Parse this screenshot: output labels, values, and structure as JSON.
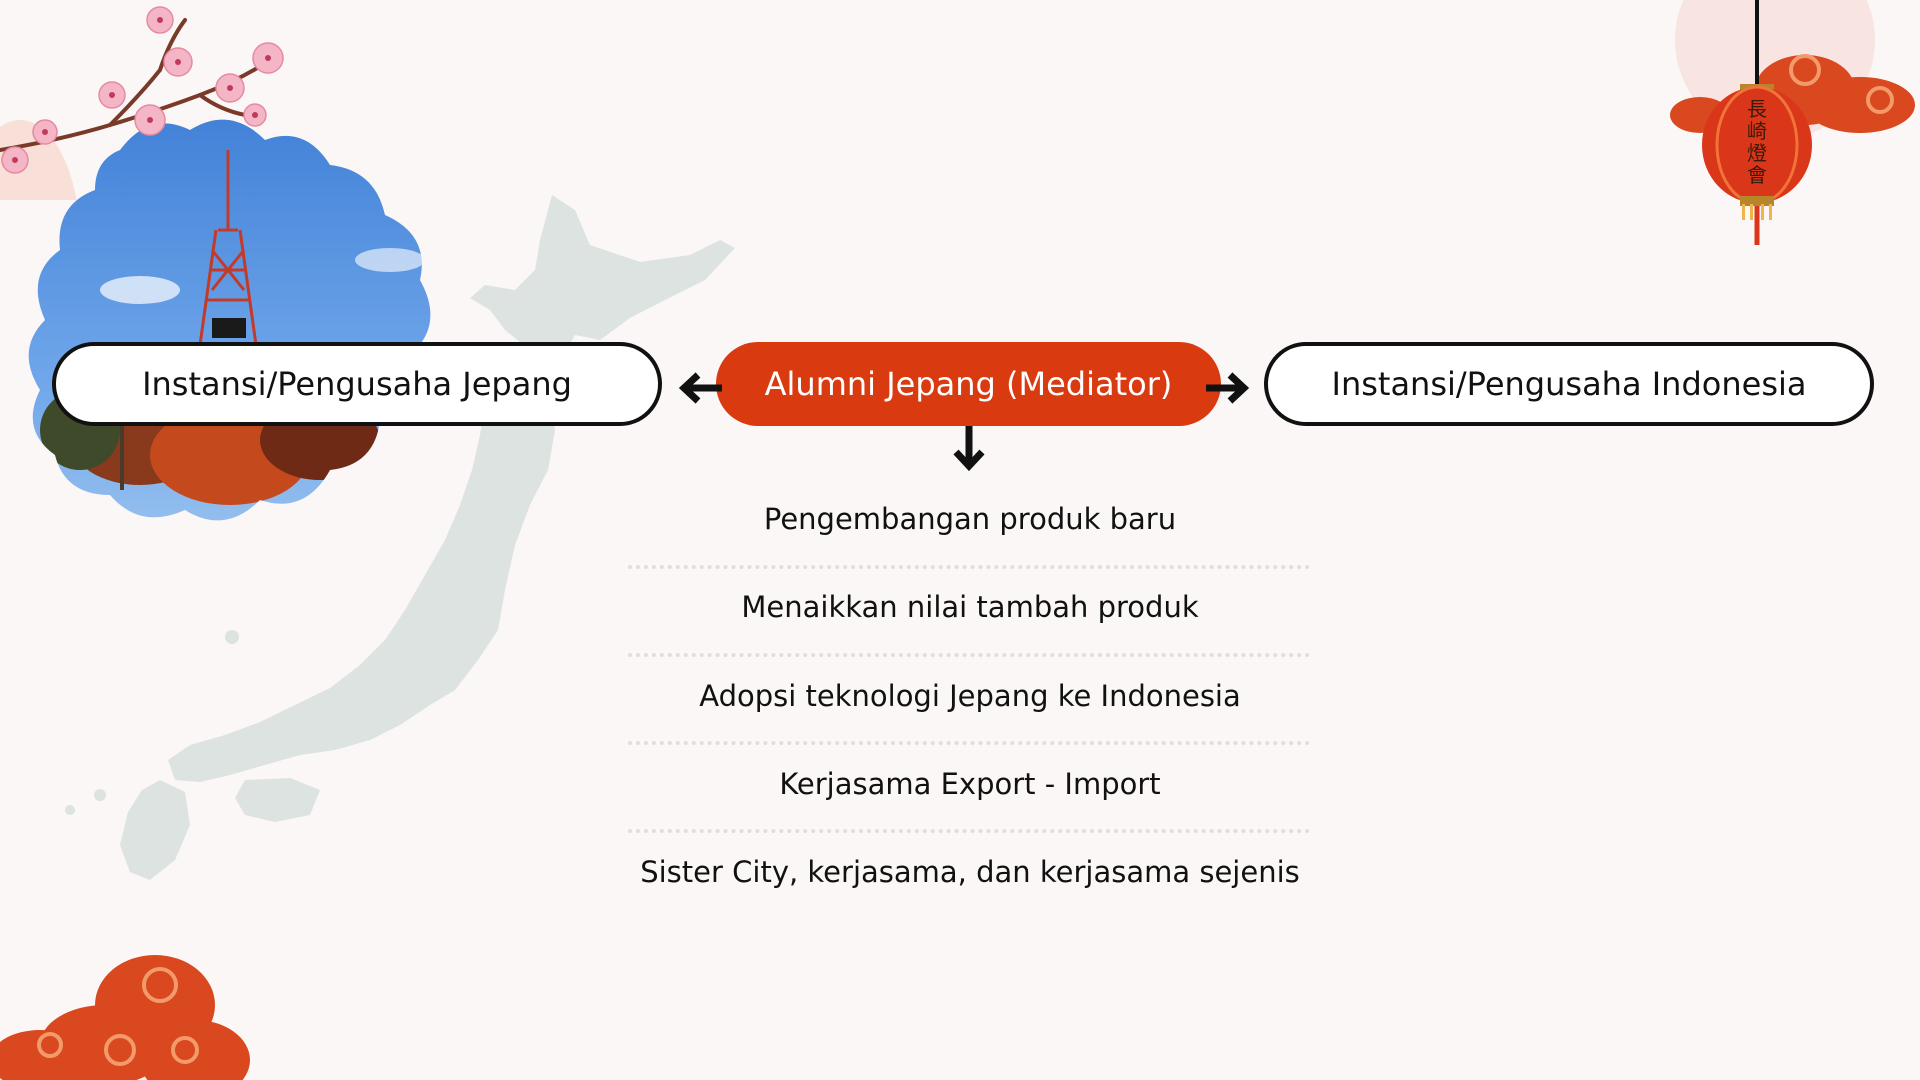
{
  "colors": {
    "accent": "#d93a0f",
    "outline": "#111111",
    "background": "#fbf7f6",
    "map": "#dde3e0"
  },
  "diagram": {
    "left_node": {
      "label": "Instansi/Pengusaha Jepang"
    },
    "center_node": {
      "label": "Alumni Jepang (Mediator)"
    },
    "right_node": {
      "label": "Instansi/Pengusaha Indonesia"
    },
    "outcomes": [
      "Pengembangan produk baru",
      "Menaikkan nilai tambah produk",
      "Adopsi teknologi Jepang ke Indonesia",
      "Kerjasama Export - Import",
      "Sister City, kerjasama, dan kerjasama sejenis"
    ]
  },
  "decor": {
    "icons": [
      "cherry-blossom-icon",
      "lantern-icon",
      "cloud-pattern-icon",
      "japan-map-icon",
      "tower-photo-icon"
    ],
    "lantern_text": "長崎燈會"
  }
}
